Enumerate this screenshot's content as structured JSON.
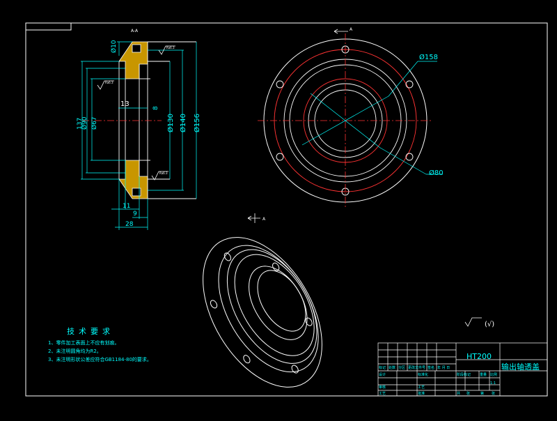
{
  "colors": {
    "background": "#000000",
    "outline": "#ffffff",
    "dimension": "#00ffff",
    "centerline": "#ff3333",
    "hatch": "#d8a600",
    "text_cyan": "#00ffff",
    "material_text": "#00ffff",
    "title_text": "#00ffff"
  },
  "section_view": {
    "label": "A-A",
    "dims": {
      "d10": "Ø10",
      "d137": "137",
      "d90": "Ø90",
      "d67": "Ø67",
      "d13": "13",
      "d8": "8",
      "d130": "Ø130",
      "d140": "Ø140",
      "d156": "Ø156",
      "d11": "11",
      "d9": "9",
      "d28": "28"
    },
    "roughness_symbol": "Ra6.3"
  },
  "top_view": {
    "section_marker": "A",
    "d158": "Ø158",
    "d80": "Ø80"
  },
  "iso_view": {
    "marker": "A"
  },
  "notes": {
    "title": "技术要求",
    "items": [
      "1、零件加工表面上不应有划痕。",
      "2、未注明圆角均为R2。",
      "3、未注明形状公差应符合GB1184-80的要求。"
    ]
  },
  "surface_note": "(√)",
  "title_block": {
    "material": "HT200",
    "part_name": "输出轴透盖",
    "labels": {
      "designer": "设计",
      "reviewer": "审核",
      "process": "工艺",
      "standardization": "标准化",
      "approval": "批准",
      "process_sheet": "工艺",
      "total": "共",
      "sheet": "张",
      "page": "第",
      "page_unit": "张",
      "scale": "比例",
      "weight": "重量",
      "stage_mark": "阶段标记",
      "marks": "标记",
      "count": "处数",
      "zone": "分区",
      "change_doc": "更改文件号",
      "signature": "签名",
      "date": "年 月 日",
      "scale_value": "1:1"
    }
  }
}
